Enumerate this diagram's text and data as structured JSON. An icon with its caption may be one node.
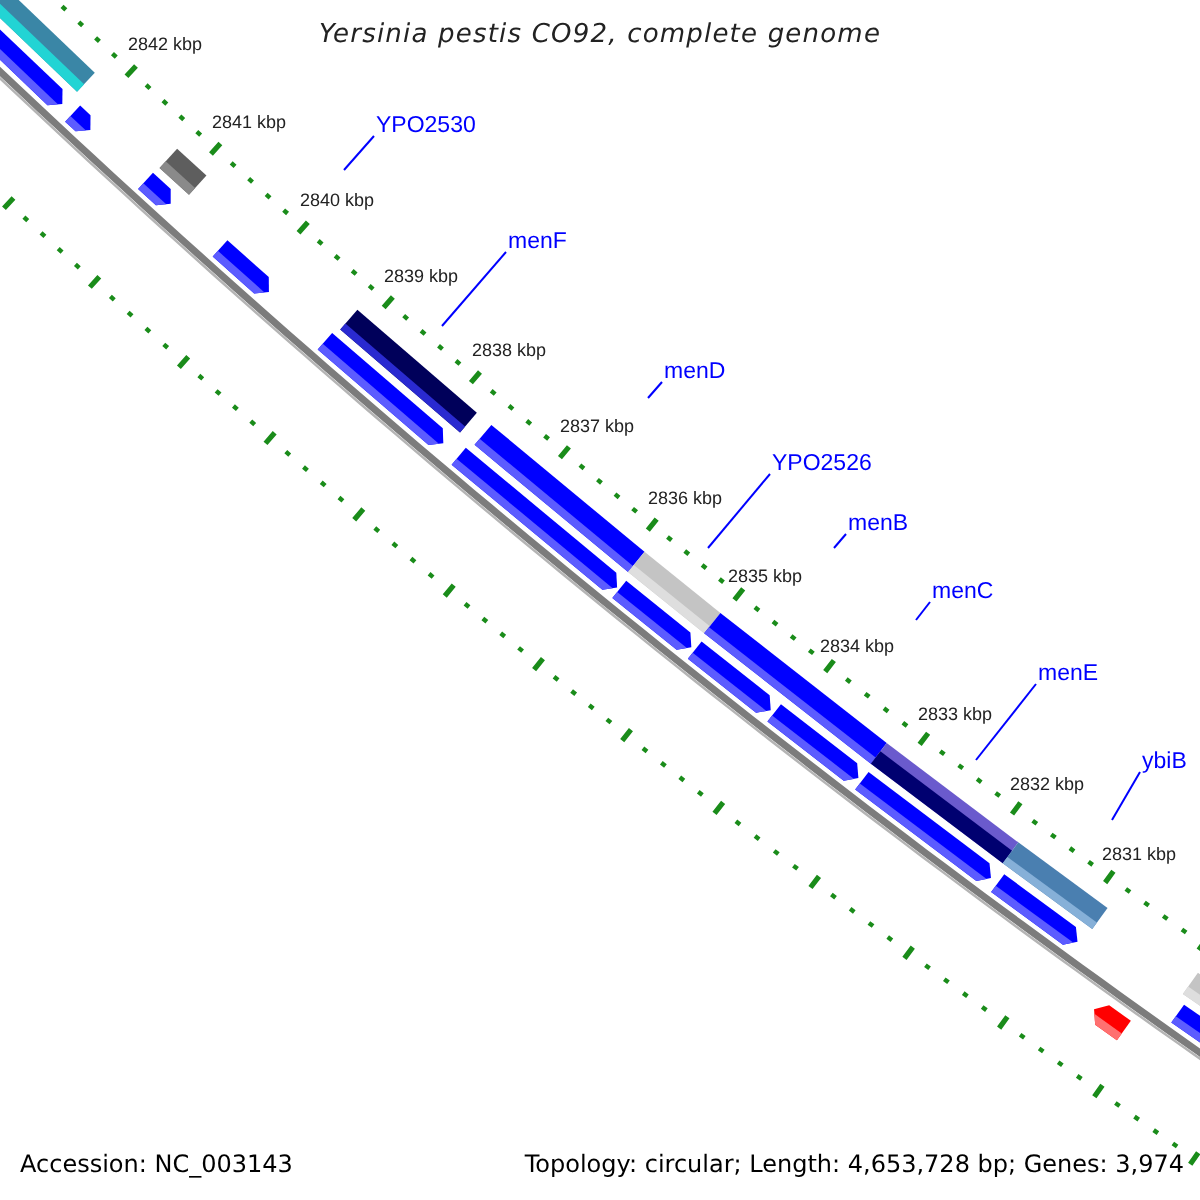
{
  "diagram": {
    "title": "Yersinia pestis CO92, complete genome",
    "nodes": [
      {
        "text": [
          "YPO2530"
        ]
      },
      {
        "text": [
          "menF"
        ]
      },
      {
        "text": [
          "menD"
        ]
      },
      {
        "text": [
          "YPO2526"
        ]
      },
      {
        "text": [
          "menB"
        ]
      },
      {
        "text": [
          "menC"
        ]
      },
      {
        "text": [
          "menE"
        ]
      },
      {
        "text": [
          "ybiB"
        ]
      }
    ],
    "edges": [
      {
        "from": 0,
        "to": null,
        "arrow": "none"
      },
      {
        "from": 1,
        "to": null,
        "arrow": "none"
      },
      {
        "from": 2,
        "to": null,
        "arrow": "none"
      },
      {
        "from": 3,
        "to": null,
        "arrow": "none"
      },
      {
        "from": 4,
        "to": null,
        "arrow": "none"
      },
      {
        "from": 5,
        "to": null,
        "arrow": "none"
      },
      {
        "from": 6,
        "to": null,
        "arrow": "none"
      },
      {
        "from": 7,
        "to": null,
        "arrow": "none"
      }
    ],
    "labels": [
      "2842 kbp",
      "2841 kbp",
      "2840 kbp",
      "2839 kbp",
      "2838 kbp",
      "2837 kbp",
      "2836 kbp",
      "2835 kbp",
      "2834 kbp",
      "2833 kbp",
      "2832 kbp",
      "2831 kbp",
      "Accession: NC_003143",
      "Topology: circular; Length: 4,653,728 bp; Genes: 3,974"
    ]
  }
}
